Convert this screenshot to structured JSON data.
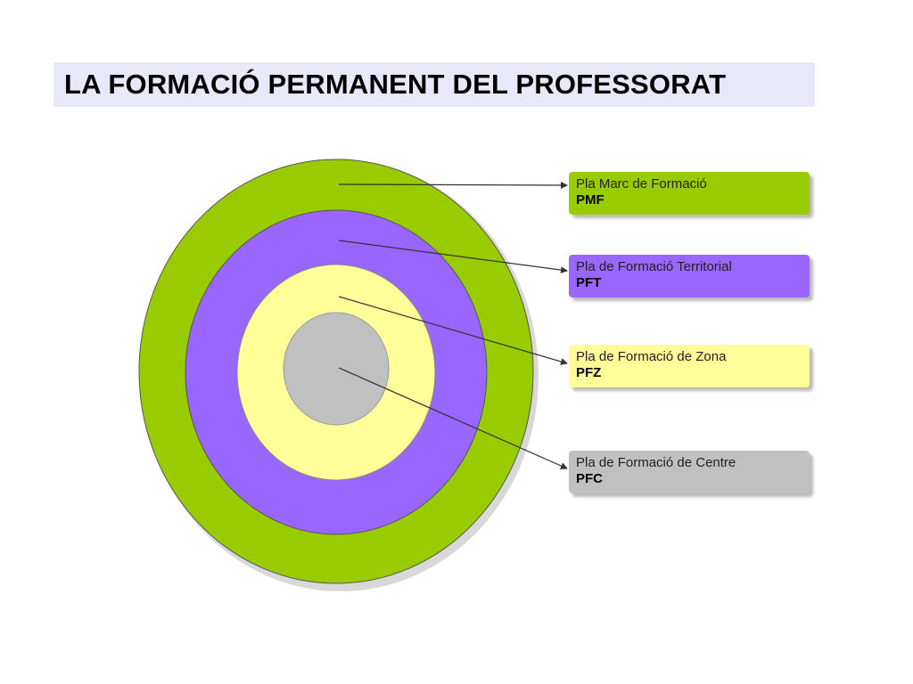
{
  "title": "LA FORMACIÓ PERMANENT DEL PROFESSORAT",
  "levels": [
    {
      "name": "Pla Marc de Formació",
      "code": "PMF",
      "color": "#99cc00"
    },
    {
      "name": "Pla de Formació Territorial",
      "code": "PFT",
      "color": "#9966ff"
    },
    {
      "name": "Pla de Formació de Zona",
      "code": "PFZ",
      "color": "#ffff99"
    },
    {
      "name": "Pla de Formació de Centre",
      "code": "PFC",
      "color": "#c0c0c0"
    }
  ]
}
